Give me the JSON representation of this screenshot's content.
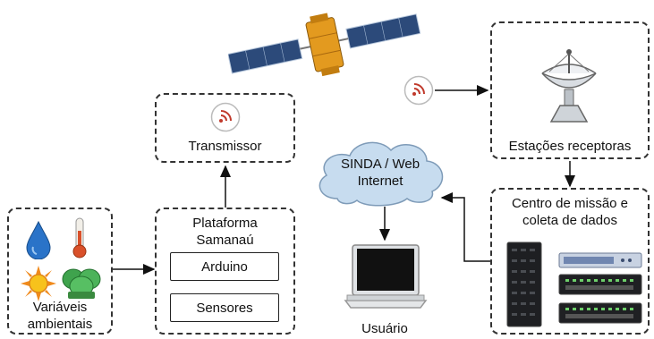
{
  "nodes": {
    "transmissor": "Transmissor",
    "plataforma": "Plataforma\nSamanaú",
    "arduino": "Arduino",
    "sensores": "Sensores",
    "variaveis": "Variáveis\nambientais",
    "sinda": "SINDA / Web\nInternet",
    "usuario": "Usuário",
    "estacoes": "Estações receptoras",
    "centro": "Centro de missão e\ncoleta de dados"
  },
  "icons": [
    "satellite-icon",
    "radio-signal-icon",
    "antenna-dish-icon",
    "cloud-icon",
    "laptop-icon",
    "server-rack-icon",
    "water-drop-icon",
    "thermometer-icon",
    "sun-icon",
    "plant-icon"
  ],
  "colors": {
    "border": "#333333",
    "cloud": "#c7dcef",
    "signal": "#c0392b"
  }
}
